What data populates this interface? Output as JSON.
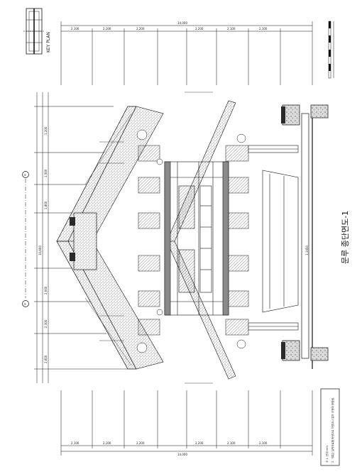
{
  "drawing": {
    "title": "문루 종단면도-1",
    "key_plan_label": "KEY PLAN",
    "notes": [
      "주 1. 단위:mm",
      "2. 기록은 실측자료를 바탕으로 하였으나 일부 추정이 포함됨."
    ]
  },
  "dimensions": {
    "top_overall": "14,000",
    "top_spans": [
      "2,100",
      "2,100",
      "2,200",
      "2,200",
      "2,100",
      "2,100"
    ],
    "bottom_overall": "14,000",
    "bottom_spans": [
      "2,100",
      "2,100",
      "2,200",
      "2,200",
      "2,100",
      "2,100"
    ],
    "height_overall": "10,600",
    "ground_span": "1,1450",
    "vertical_levels": [
      "1,200",
      "1,500",
      "1,800",
      "2,000",
      "2,300",
      "2,600"
    ]
  },
  "grid_markers": [
    "①",
    "②"
  ],
  "colors": {
    "line": "#111111",
    "hatch": "#555555",
    "fill_dark": "#2a2a2a",
    "fill_mid": "#8a8a8a",
    "paper": "#ffffff"
  }
}
